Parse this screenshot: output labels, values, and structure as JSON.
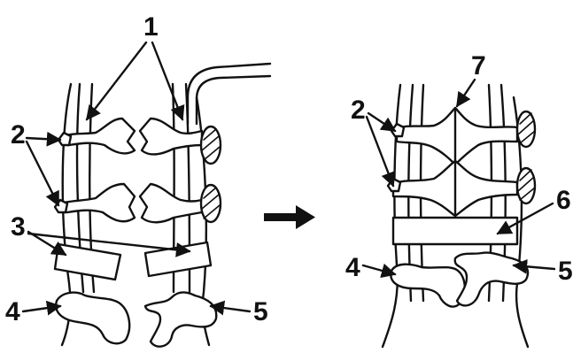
{
  "labels": {
    "n1": "1",
    "n2_left": "2",
    "n3": "3",
    "n4_left": "4",
    "n5_left": "5",
    "n2_right": "2",
    "n4_right": "4",
    "n5_right": "5",
    "n6": "6",
    "n7": "7"
  },
  "colors": {
    "ink": "#111111",
    "background": "#ffffff"
  },
  "icons": {
    "transition": "right-arrow-icon"
  }
}
